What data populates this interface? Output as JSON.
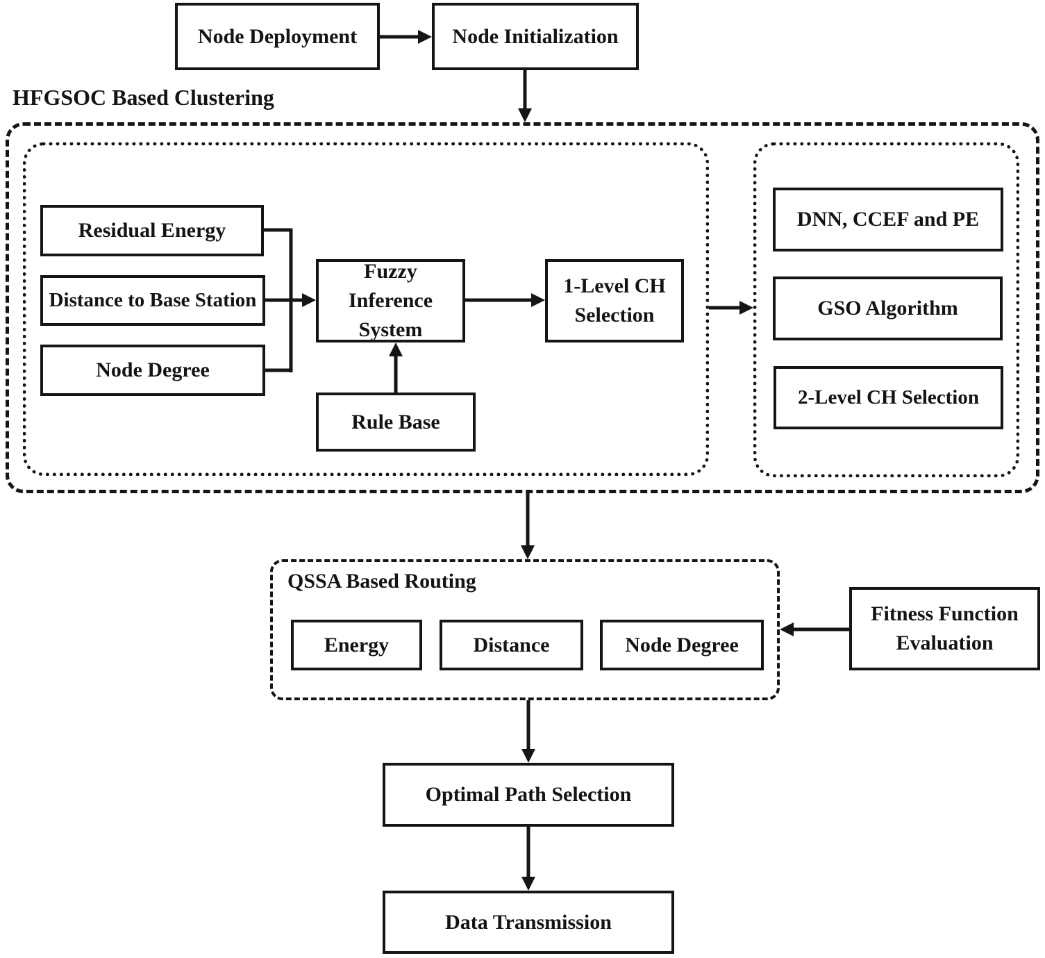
{
  "top": {
    "node_deployment": "Node Deployment",
    "node_initialization": "Node Initialization"
  },
  "clustering": {
    "section_label": "HFGSOC Based Clustering",
    "inputs": [
      "Residual Energy",
      "Distance to Base Station",
      "Node Degree"
    ],
    "fuzzy_inference": "Fuzzy Inference System",
    "rule_base": "Rule Base",
    "level1_ch": "1-Level CH Selection",
    "right_stack": [
      "DNN, CCEF and PE",
      "GSO Algorithm",
      "2-Level CH Selection"
    ]
  },
  "routing": {
    "section_label": "QSSA Based Routing",
    "metrics": [
      "Energy",
      "Distance",
      "Node Degree"
    ],
    "fitness_function": "Fitness Function Evaluation"
  },
  "bottom": {
    "optimal_path": "Optimal Path Selection",
    "data_transmission": "Data Transmission"
  },
  "colors": {
    "ink": "#151515",
    "background": "#ffffff"
  }
}
